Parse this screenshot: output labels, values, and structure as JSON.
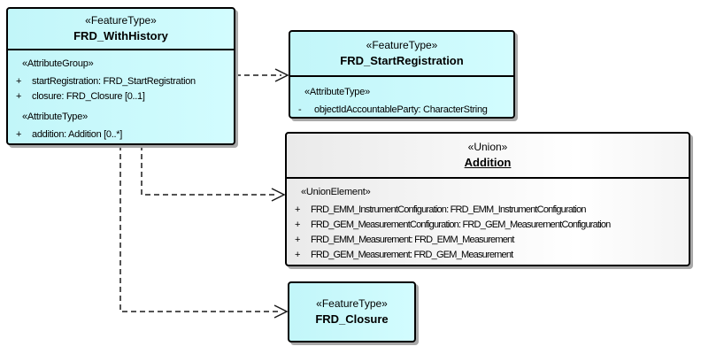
{
  "diagram": {
    "type": "uml-class-diagram",
    "classes": {
      "with_history": {
        "stereotype": "«FeatureType»",
        "name": "FRD_WithHistory",
        "group1_label": "«AttributeGroup»",
        "group2_label": "«AttributeType»",
        "attrs": {
          "a1": {
            "vis": "+",
            "text": "startRegistration: FRD_StartRegistration"
          },
          "a2": {
            "vis": "+",
            "text": "closure: FRD_Closure [0..1]"
          },
          "a3": {
            "vis": "+",
            "text": "addition: Addition [0..*]"
          }
        }
      },
      "start_registration": {
        "stereotype": "«FeatureType»",
        "name": "FRD_StartRegistration",
        "group_label": "«AttributeType»",
        "attrs": {
          "a1": {
            "vis": "-",
            "text": "objectIdAccountableParty: CharacterString"
          }
        }
      },
      "addition": {
        "stereotype": "«Union»",
        "name": "Addition",
        "group_label": "«UnionElement»",
        "attrs": {
          "a1": {
            "vis": "+",
            "text": "FRD_EMM_InstrumentConfiguration: FRD_EMM_InstrumentConfiguration"
          },
          "a2": {
            "vis": "+",
            "text": "FRD_GEM_MeasurementConfiguration: FRD_GEM_MeasurementConfiguration"
          },
          "a3": {
            "vis": "+",
            "text": "FRD_EMM_Measurement: FRD_EMM_Measurement"
          },
          "a4": {
            "vis": "+",
            "text": "FRD_GEM_Measurement: FRD_GEM_Measurement"
          }
        }
      },
      "closure": {
        "stereotype": "«FeatureType»",
        "name": "FRD_Closure"
      }
    },
    "connectors": {
      "c1": {
        "from": "FRD_WithHistory",
        "to": "FRD_StartRegistration",
        "style": "dashed-dependency-open-arrow"
      },
      "c2": {
        "from": "FRD_WithHistory",
        "to": "Addition",
        "style": "dashed-dependency-open-arrow"
      },
      "c3": {
        "from": "FRD_WithHistory",
        "to": "FRD_Closure",
        "style": "dashed-dependency-open-arrow"
      }
    },
    "colors": {
      "feature_type_fill": "#c8f9fc",
      "union_fill_left": "#eaeaea",
      "union_fill_right": "#ffffff",
      "box_border": "#000000",
      "shadow": "#a9a9a9",
      "connector": "#1a1a1a",
      "background": "#ffffff"
    }
  }
}
